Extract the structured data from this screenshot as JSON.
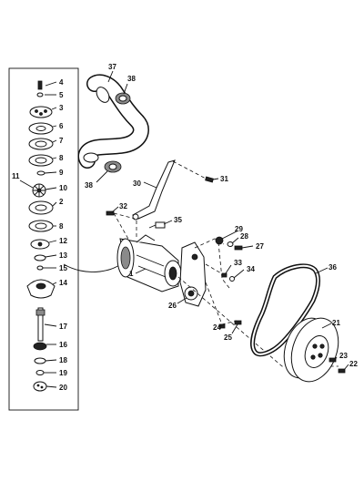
{
  "callouts": {
    "c4": "4",
    "c5": "5",
    "c3": "3",
    "c6": "6",
    "c7": "7",
    "c8a": "8",
    "c9": "9",
    "c11": "11",
    "c10": "10",
    "c2": "2",
    "c8b": "8",
    "c12": "12",
    "c13": "13",
    "c15": "15",
    "c14": "14",
    "c17": "17",
    "c16": "16",
    "c18": "18",
    "c19": "19",
    "c20": "20",
    "c37": "37",
    "c38a": "38",
    "c38b": "38",
    "c30": "30",
    "c31": "31",
    "c32": "32",
    "c35": "35",
    "c29": "29",
    "c28": "28",
    "c27": "27",
    "c33": "33",
    "c34": "34",
    "c1": "1",
    "c26": "26",
    "c36": "36",
    "c21": "21",
    "c24": "24",
    "c25": "25",
    "c23": "23",
    "c22": "22"
  }
}
